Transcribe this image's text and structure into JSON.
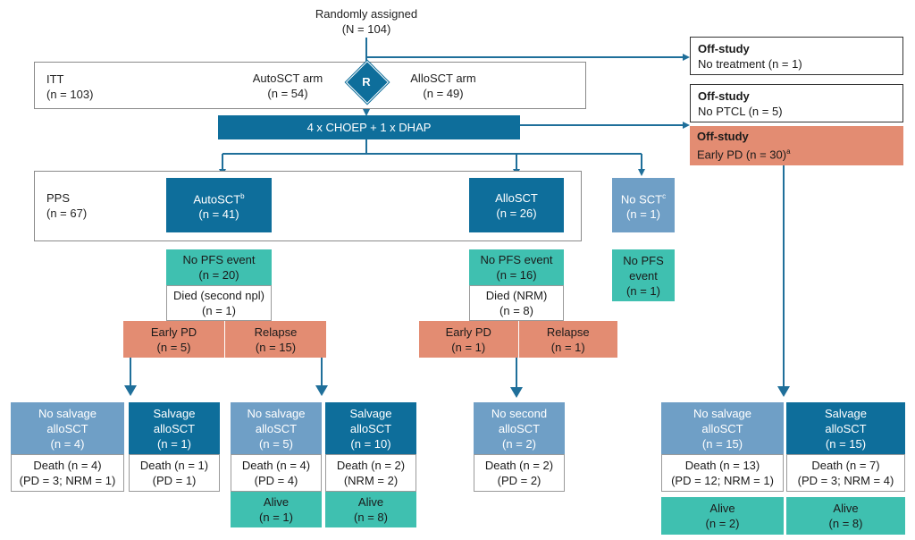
{
  "randomized": {
    "title": "Randomly assigned",
    "n": "(N = 104)"
  },
  "itt": {
    "label": "ITT",
    "n": "(n = 103)",
    "auto_arm": "AutoSCT arm",
    "auto_n": "(n = 54)",
    "allo_arm": "AlloSCT arm",
    "allo_n": "(n = 49)",
    "r": "R"
  },
  "offstudy1": {
    "title": "Off-study",
    "reason": "No treatment (n = 1)"
  },
  "offstudy2": {
    "title": "Off-study",
    "reason": "No PTCL (n = 5)"
  },
  "offstudy3": {
    "title": "Off-study",
    "reason": "Early PD (n = 30)",
    "sup": "a"
  },
  "induction": {
    "label": "4 x CHOEP + 1 x DHAP"
  },
  "pps": {
    "label": "PPS",
    "n": "(n = 67)"
  },
  "auto": {
    "label": "AutoSCT",
    "sup": "b",
    "n": "(n = 41)"
  },
  "allo": {
    "label": "AlloSCT",
    "n": "(n = 26)"
  },
  "nosct": {
    "label": "No SCT",
    "sup": "c",
    "n": "(n = 1)"
  },
  "auto_nopfs": {
    "label": "No PFS event",
    "n": "(n = 20)"
  },
  "auto_died": {
    "label": "Died (second npl)",
    "n": "(n = 1)"
  },
  "auto_earlypd": {
    "label": "Early PD",
    "n": "(n = 5)"
  },
  "auto_relapse": {
    "label": "Relapse",
    "n": "(n = 15)"
  },
  "allo_nopfs": {
    "label": "No PFS event",
    "n": "(n = 16)"
  },
  "allo_died": {
    "label": "Died (NRM)",
    "n": "(n = 8)"
  },
  "allo_earlypd": {
    "label": "Early PD",
    "n": "(n = 1)"
  },
  "allo_relapse": {
    "label": "Relapse",
    "n": "(n = 1)"
  },
  "nosct_nopfs": {
    "l1": "No PFS",
    "l2": "event",
    "n": "(n = 1)"
  },
  "b1": {
    "l1": "No salvage",
    "l2": "alloSCT",
    "n": "(n = 4)",
    "d1": "Death (n = 4)",
    "d2": "(PD = 3; NRM = 1)"
  },
  "b2": {
    "l1": "Salvage",
    "l2": "alloSCT",
    "n": "(n = 1)",
    "d1": "Death (n = 1)",
    "d2": "(PD = 1)"
  },
  "b3": {
    "l1": "No salvage",
    "l2": "alloSCT",
    "n": "(n = 5)",
    "d1": "Death (n = 4)",
    "d2": "(PD = 4)",
    "a1": "Alive",
    "a2": "(n = 1)"
  },
  "b4": {
    "l1": "Salvage",
    "l2": "alloSCT",
    "n": "(n = 10)",
    "d1": "Death (n = 2)",
    "d2": "(NRM = 2)",
    "a1": "Alive",
    "a2": "(n = 8)"
  },
  "b5": {
    "l1": "No second",
    "l2": "alloSCT",
    "n": "(n = 2)",
    "d1": "Death (n = 2)",
    "d2": "(PD = 2)"
  },
  "b6": {
    "l1": "No salvage",
    "l2": "alloSCT",
    "n": "(n = 15)",
    "d1": "Death (n = 13)",
    "d2": "(PD = 12; NRM = 1)",
    "a1": "Alive",
    "a2": "(n = 2)"
  },
  "b7": {
    "l1": "Salvage",
    "l2": "alloSCT",
    "n": "(n = 15)",
    "d1": "Death (n = 7)",
    "d2": "(PD = 3; NRM = 4)",
    "a1": "Alive",
    "a2": "(n = 8)"
  },
  "colors": {
    "dark": "#0e6e9b",
    "mid": "#6f9fc6",
    "teal": "#3fc0b0",
    "salmon": "#e38c72",
    "arrow": "#1f6f9a"
  }
}
